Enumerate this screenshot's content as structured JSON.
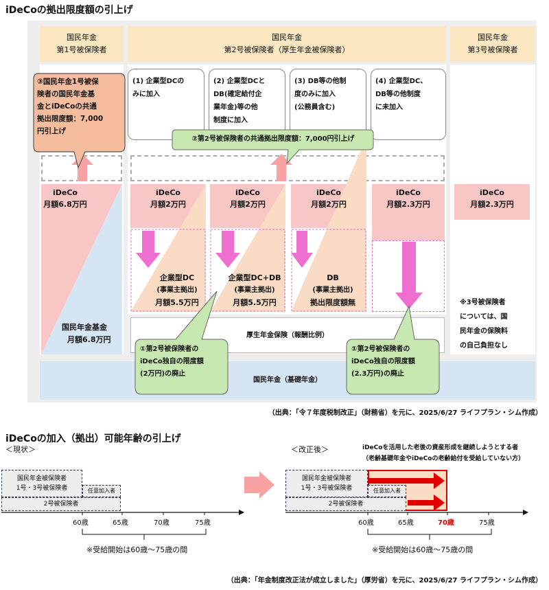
{
  "section1": {
    "title": "iDeCoの拠出限度額の引上げ",
    "headers": {
      "first": {
        "line1": "国民年金",
        "line2": "第1号被保険者"
      },
      "second": {
        "line1": "国民年金",
        "line2": "第2号被保険者（厚生年金被保険者）"
      },
      "third": {
        "line1": "国民年金",
        "line2": "第3号被保険者"
      }
    },
    "categories": [
      {
        "line1": "(1) 企業型DCの",
        "line2": "みに加入",
        "line3": "",
        "line4": ""
      },
      {
        "line1": "(2) 企業型DCと",
        "line2": "DB(確定給付企",
        "line3": "業年金)等の他",
        "line4": "制度に加入"
      },
      {
        "line1": "(3) DB等の他制",
        "line2": "度のみに加入",
        "line3": "(公務員含む)",
        "line4": ""
      },
      {
        "line1": "(4) 企業型DC、",
        "line2": "DB等の他制度",
        "line3": "に未加入",
        "line4": ""
      }
    ],
    "callout3": {
      "line1": "③国民年金1号被保",
      "line2": "険者の国民年金基",
      "line3": "金とiDeCoの共通",
      "line4": "拠出限度額：7,000",
      "line5": "円引上げ"
    },
    "callout2": "②第2号被保険者の共通拠出限度額：7,000円引上げ",
    "first_ideco": {
      "name": "iDeCo",
      "amount": "月額6.8万円"
    },
    "first_fund": {
      "name": "国民年金基金",
      "amount": "月額6.8万円"
    },
    "col1": {
      "ideco": "iDeCo",
      "amount": "月額2万円",
      "corp1": "企業型DC",
      "corp2": "(事業主拠出)",
      "corp3": "月額5.5万円"
    },
    "col2": {
      "ideco": "iDeCo",
      "amount": "月額2万円",
      "corp1": "企業型DC+DB",
      "corp2": "(事業主拠出)",
      "corp3": "月額5.5万円"
    },
    "col3": {
      "ideco": "iDeCo",
      "amount": "月額2万円",
      "corp1": "DB",
      "corp2": "(事業主拠出)",
      "corp3": "拠出限度額無"
    },
    "col4": {
      "ideco": "iDeCo",
      "amount": "月額2.3万円"
    },
    "third_ideco": {
      "name": "iDeCo",
      "amount": "月額2.3万円"
    },
    "third_note": {
      "line1": "※3号被保険者",
      "line2": "については、国",
      "line3": "民年金の保険料",
      "line4": "の自己負担なし"
    },
    "employee_pension": "厚生年金保険（報酬比例）",
    "national_pension": "国民年金（基礎年金）",
    "callout1_left": {
      "line1": "①第2号被保険者の",
      "line2": "iDeCo独自の限度額",
      "line3": "(2万円)の廃止"
    },
    "callout1_right": {
      "line1": "①第2号被保険者の",
      "line2": "iDeCo独自の限度額",
      "line3": "(2.3万円)の廃止"
    },
    "source": "（出典：「令７年度税制改正」（財務省）を元に、2025/6/27 ライフプラン・シム作成）"
  },
  "section2": {
    "title": "iDeCoの加入（拠出）可能年齢の引上げ",
    "current_label": "＜現状＞",
    "after_label": "＜改正後＞",
    "after_note1": "iDeCoを活用した老後の資産形成を継続しようとする者",
    "after_note2": "（老齢基礎年金やiDeCoの老齢給付を受給していない方）",
    "box_line1": "国民年金被保険者",
    "box_line2": "1号・3号被保険者",
    "voluntary": "任意加入者",
    "second_insured": "2号被保険者",
    "ages": [
      "60歳",
      "65歳",
      "70歳",
      "75歳"
    ],
    "receipt_note": "※受給開始は60歳〜75歳の間",
    "source": "（出典：「年金制度改正法が成立しました」（厚労省）を元に、2025/6/27 ライフプラン・シム作成）"
  }
}
